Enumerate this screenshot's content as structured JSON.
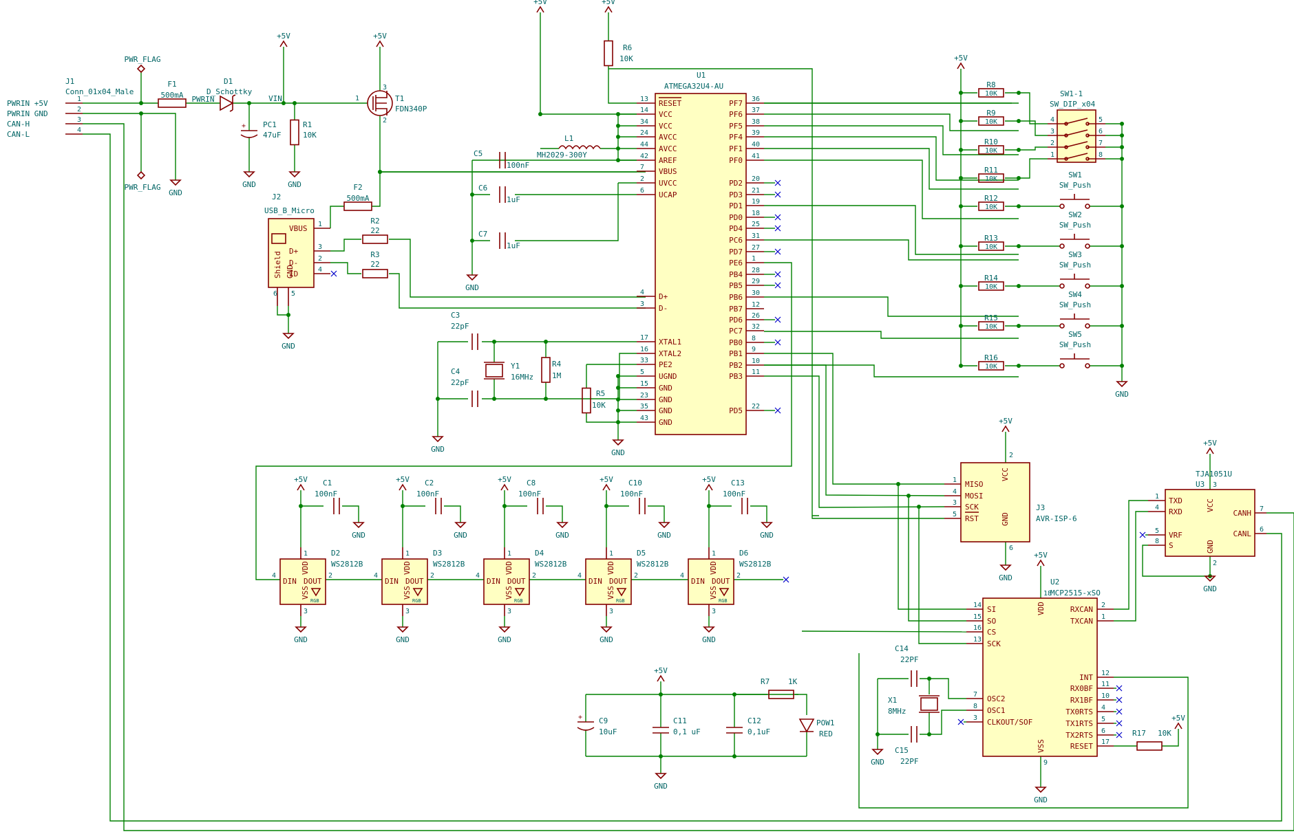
{
  "power": {
    "p5v": "+5V",
    "gnd": "GND",
    "vcc": "VCC"
  },
  "flags": {
    "pwr_flag": "PWR_FLAG"
  },
  "nets": {
    "pwrin": "PWRIN",
    "vin": "VIN"
  },
  "inputs": [
    "PWRIN +5V",
    "PWRIN GND",
    "CAN-H",
    "CAN-L"
  ],
  "j1": {
    "ref": "J1",
    "value": "Conn_01x04_Male",
    "pins": [
      "1",
      "2",
      "3",
      "4"
    ]
  },
  "f1": {
    "ref": "F1",
    "value": "500mA"
  },
  "f2": {
    "ref": "F2",
    "value": "500mA"
  },
  "d1": {
    "ref": "D1",
    "value": "D_Schottky"
  },
  "pc1": {
    "ref": "PC1",
    "value": "47uF"
  },
  "r1": {
    "ref": "R1",
    "value": "10K"
  },
  "t1": {
    "ref": "T1",
    "value": "FDN340P"
  },
  "j2": {
    "ref": "J2",
    "value": "USB_B_Micro",
    "pins": [
      "VBUS",
      "D+",
      "D-",
      "ID",
      "Shield",
      "GND"
    ],
    "nums": [
      "1",
      "3",
      "2",
      "4",
      "6",
      "5"
    ]
  },
  "r2": {
    "ref": "R2",
    "value": "22"
  },
  "r3": {
    "ref": "R3",
    "value": "22"
  },
  "r4": {
    "ref": "R4",
    "value": "1M"
  },
  "r5": {
    "ref": "R5",
    "value": "10K"
  },
  "r6": {
    "ref": "R6",
    "value": "10K"
  },
  "r7": {
    "ref": "R7",
    "value": "1K"
  },
  "r17": {
    "ref": "R17",
    "value": "10K"
  },
  "l1": {
    "ref": "L1",
    "value": "MH2029-300Y"
  },
  "c5": {
    "ref": "C5",
    "value": "100nF"
  },
  "c6": {
    "ref": "C6",
    "value": "1uF"
  },
  "c7": {
    "ref": "C7",
    "value": "1uF"
  },
  "c3": {
    "ref": "C3",
    "value": "22pF"
  },
  "c4": {
    "ref": "C4",
    "value": "22pF"
  },
  "y1": {
    "ref": "Y1",
    "value": "16MHz"
  },
  "u1": {
    "ref": "U1",
    "value": "ATMEGA32U4-AU",
    "left": [
      {
        "n": "13",
        "l": "RESET"
      },
      {
        "n": "14",
        "l": "VCC"
      },
      {
        "n": "34",
        "l": "VCC"
      },
      {
        "n": "24",
        "l": "AVCC"
      },
      {
        "n": "44",
        "l": "AVCC"
      },
      {
        "n": "42",
        "l": "AREF"
      },
      {
        "n": "7",
        "l": "VBUS"
      },
      {
        "n": "2",
        "l": "UVCC"
      },
      {
        "n": "6",
        "l": "UCAP"
      },
      {
        "n": "4",
        "l": "D+"
      },
      {
        "n": "3",
        "l": "D-"
      },
      {
        "n": "17",
        "l": "XTAL1"
      },
      {
        "n": "16",
        "l": "XTAL2"
      },
      {
        "n": "33",
        "l": "PE2"
      },
      {
        "n": "5",
        "l": "UGND"
      },
      {
        "n": "15",
        "l": "GND"
      },
      {
        "n": "23",
        "l": "GND"
      },
      {
        "n": "35",
        "l": "GND"
      },
      {
        "n": "43",
        "l": "GND"
      }
    ],
    "right": [
      {
        "n": "36",
        "l": "PF7"
      },
      {
        "n": "37",
        "l": "PF6"
      },
      {
        "n": "38",
        "l": "PF5"
      },
      {
        "n": "39",
        "l": "PF4"
      },
      {
        "n": "40",
        "l": "PF1"
      },
      {
        "n": "41",
        "l": "PF0"
      },
      {
        "n": "20",
        "l": "PD2"
      },
      {
        "n": "21",
        "l": "PD3"
      },
      {
        "n": "19",
        "l": "PD1"
      },
      {
        "n": "18",
        "l": "PD0"
      },
      {
        "n": "25",
        "l": "PD4"
      },
      {
        "n": "31",
        "l": "PC6"
      },
      {
        "n": "27",
        "l": "PD7"
      },
      {
        "n": "1",
        "l": "PE6"
      },
      {
        "n": "28",
        "l": "PB4"
      },
      {
        "n": "29",
        "l": "PB5"
      },
      {
        "n": "30",
        "l": "PB6"
      },
      {
        "n": "12",
        "l": "PB7"
      },
      {
        "n": "26",
        "l": "PD6"
      },
      {
        "n": "32",
        "l": "PC7"
      },
      {
        "n": "8",
        "l": "PB0"
      },
      {
        "n": "9",
        "l": "PB1"
      },
      {
        "n": "10",
        "l": "PB2"
      },
      {
        "n": "11",
        "l": "PB3"
      },
      {
        "n": "22",
        "l": "PD5"
      }
    ]
  },
  "res_sw": [
    "R8",
    "R9",
    "R10",
    "R11",
    "R12",
    "R13",
    "R14",
    "R15",
    "R16"
  ],
  "res_val": "10K",
  "sw1": {
    "ref": "SW1-1",
    "value": "SW_DIP_x04",
    "lpins": [
      "4",
      "3",
      "2",
      "1"
    ],
    "rpins": [
      "5",
      "6",
      "7",
      "8"
    ]
  },
  "sw_push": [
    {
      "ref": "SW1",
      "value": "SW_Push"
    },
    {
      "ref": "SW2",
      "value": "SW_Push"
    },
    {
      "ref": "SW3",
      "value": "SW_Push"
    },
    {
      "ref": "SW4",
      "value": "SW_Push"
    },
    {
      "ref": "SW5",
      "value": "SW_Push"
    }
  ],
  "leds": [
    {
      "ref": "D2",
      "value": "WS2812B",
      "cap": "C1"
    },
    {
      "ref": "D3",
      "value": "WS2812B",
      "cap": "C2"
    },
    {
      "ref": "D4",
      "value": "WS2812B",
      "cap": "C8"
    },
    {
      "ref": "D5",
      "value": "WS2812B",
      "cap": "C10"
    },
    {
      "ref": "D6",
      "value": "WS2812B",
      "cap": "C13"
    }
  ],
  "led_cap_val": "100nF",
  "led_pins": {
    "vdd": "VDD",
    "vss": "VSS",
    "din": "DIN",
    "dout": "DOUT",
    "rgb": "RGB",
    "n1": "1",
    "n2": "2",
    "n3": "3",
    "n4": "4"
  },
  "j3": {
    "ref": "J3",
    "value": "AVR-ISP-6",
    "pins": [
      {
        "n": "1",
        "l": "MISO"
      },
      {
        "n": "4",
        "l": "MOSI"
      },
      {
        "n": "3",
        "l": "SCK"
      },
      {
        "n": "5",
        "l": "RST"
      }
    ],
    "vcc_n": "2",
    "gnd_n": "6"
  },
  "u3": {
    "ref": "U3",
    "value": "TJA1051U",
    "left": [
      {
        "n": "1",
        "l": "TXD"
      },
      {
        "n": "4",
        "l": "RXD"
      },
      {
        "n": "5",
        "l": "VRF"
      },
      {
        "n": "8",
        "l": "S"
      }
    ],
    "right": [
      {
        "n": "7",
        "l": "CANH"
      },
      {
        "n": "6",
        "l": "CANL"
      }
    ],
    "vcc_n": "3",
    "gnd_n": "2"
  },
  "u2": {
    "ref": "U2",
    "value": "MCP2515-xSO",
    "left": [
      {
        "n": "14",
        "l": "SI"
      },
      {
        "n": "15",
        "l": "SO"
      },
      {
        "n": "16",
        "l": "CS"
      },
      {
        "n": "13",
        "l": "SCK"
      },
      {
        "n": "7",
        "l": "OSC2"
      },
      {
        "n": "8",
        "l": "OSC1"
      },
      {
        "n": "3",
        "l": "CLKOUT/SOF"
      }
    ],
    "right": [
      {
        "n": "2",
        "l": "RXCAN"
      },
      {
        "n": "1",
        "l": "TXCAN"
      },
      {
        "n": "12",
        "l": "INT"
      },
      {
        "n": "11",
        "l": "RX0BF"
      },
      {
        "n": "10",
        "l": "RX1BF"
      },
      {
        "n": "4",
        "l": "TX0RTS"
      },
      {
        "n": "5",
        "l": "TX1RTS"
      },
      {
        "n": "6",
        "l": "TX2RTS"
      },
      {
        "n": "17",
        "l": "RESET"
      }
    ],
    "vdd": "VDD",
    "vss": "VSS",
    "vdd_n": "18",
    "vss_n": "9"
  },
  "c14": {
    "ref": "C14",
    "value": "22PF"
  },
  "c15": {
    "ref": "C15",
    "value": "22PF"
  },
  "x1": {
    "ref": "X1",
    "value": "8MHz"
  },
  "c9": {
    "ref": "C9",
    "value": "10uF"
  },
  "c11": {
    "ref": "C11",
    "value": "0,1 uF"
  },
  "c12": {
    "ref": "C12",
    "value": "0,1uF"
  },
  "pow1": {
    "ref": "POW1",
    "value": "RED"
  }
}
